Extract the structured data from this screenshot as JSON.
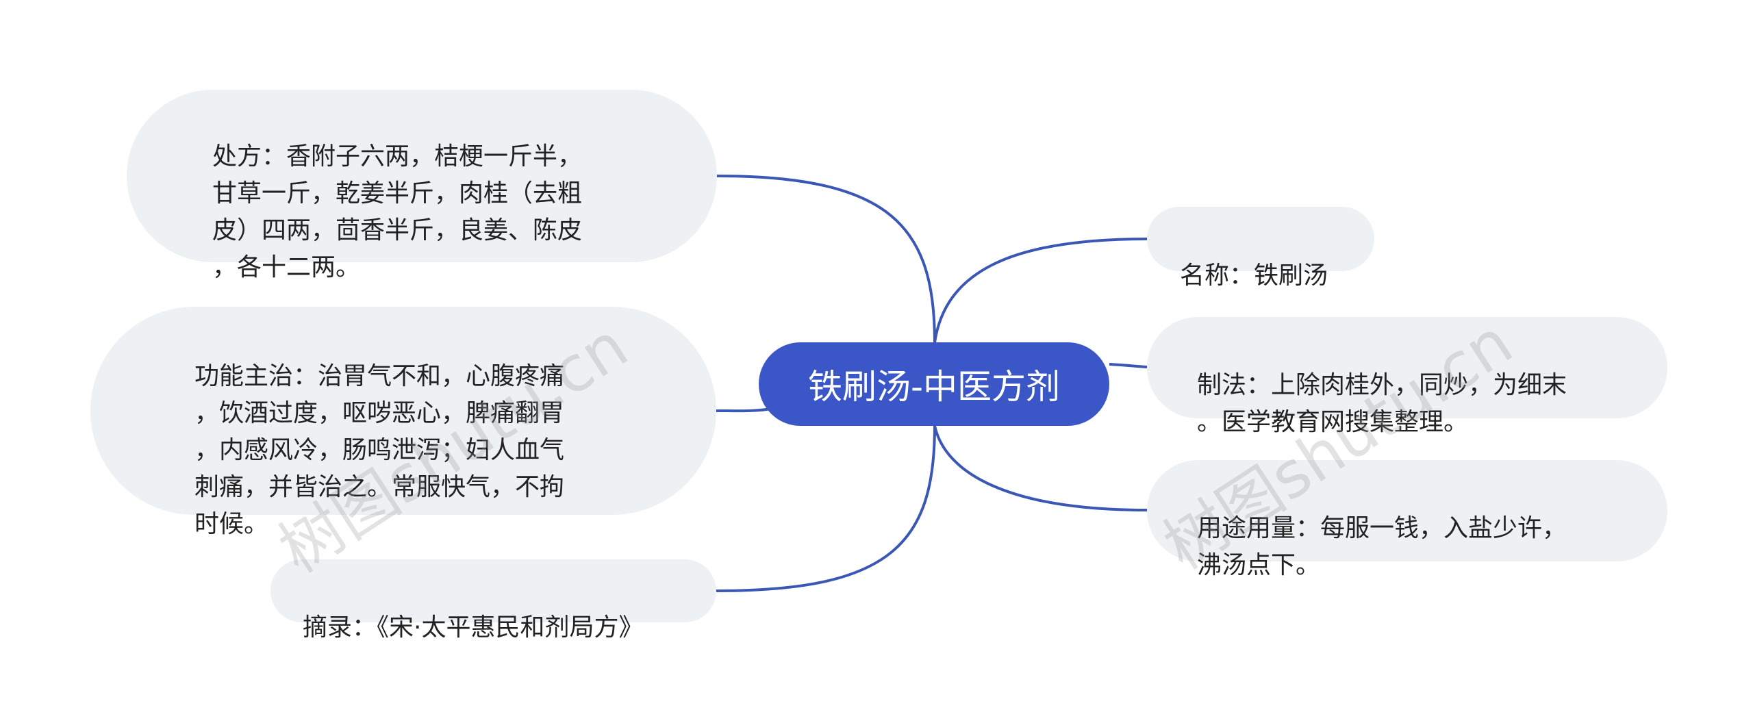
{
  "root": {
    "label": "铁刷汤-中医方剂"
  },
  "left_branches": [
    {
      "key": "chufang",
      "text": "处方：香附子六两，桔梗一斤半，\n甘草一斤，乾姜半斤，肉桂（去粗\n皮）四两，茴香半斤，良姜、陈皮\n，各十二两。"
    },
    {
      "key": "gongneng",
      "text": "功能主治：治胃气不和，心腹疼痛\n，饮酒过度，呕哕恶心，脾痛翻胃\n，内感风冷，肠鸣泄泻；妇人血气\n刺痛，并皆治之。常服快气，不拘\n时候。"
    },
    {
      "key": "zhailu",
      "text": "摘录：《宋·太平惠民和剂局方》"
    }
  ],
  "right_branches": [
    {
      "key": "mingcheng",
      "text": "名称：铁刷汤"
    },
    {
      "key": "zhifa",
      "text": "制法：上除肉桂外，同炒，为细末\n。医学教育网搜集整理。"
    },
    {
      "key": "yongtu",
      "text": "用途用量：每服一钱，入盐少许，\n沸汤点下。"
    }
  ],
  "watermark": {
    "text": "树图shutu.cn"
  },
  "colors": {
    "root_fill": "#3b57c7",
    "connector": "#3b57b5",
    "node_fill": "#eef1f4",
    "text": "#222222"
  }
}
